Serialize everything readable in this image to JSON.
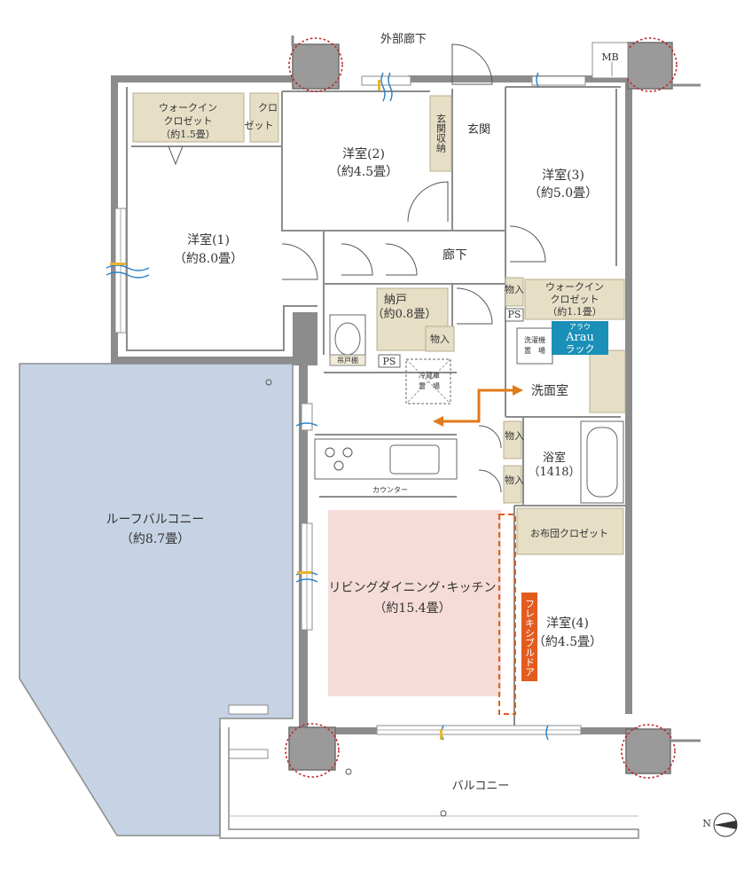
{
  "labels": {
    "outer_corridor": "外部廊下",
    "mb": "MB",
    "wic1_line1": "ウォークイン",
    "wic1_line2": "クロゼット",
    "wic1_line3": "（約1.5畳）",
    "closet_small_a": "クロ",
    "closet_small_b": "ゼット",
    "entrance_storage": "玄関収納",
    "entrance": "玄関",
    "room2_name": "洋室(2)",
    "room2_size": "（約4.5畳）",
    "room3_name": "洋室(3)",
    "room3_size": "（約5.0畳）",
    "room1_name": "洋室(1)",
    "room1_size": "（約8.0畳）",
    "hallway": "廊下",
    "nando_name": "納戸",
    "nando_size": "（約0.8畳）",
    "monoire": "物入",
    "ps": "PS",
    "wic2_line1": "ウォークイン",
    "wic2_line2": "クロゼット",
    "wic2_line3": "（約1.1畳）",
    "washer_line1": "洗濯機",
    "washer_line2": "置　場",
    "arau_small": "アラウ",
    "arau_name": "Arau",
    "arau_rack": "ラック",
    "fridge_line1": "冷蔵庫",
    "fridge_line2": "置　場",
    "shelf": "吊戸棚",
    "washroom": "洗面室",
    "bathroom_name": "浴室",
    "bathroom_size": "（1418）",
    "counter": "カウンター",
    "roof_balcony_name": "ルーフバルコニー",
    "roof_balcony_size": "（約8.7畳）",
    "ldk_name": "リビングダイニング･キッチン",
    "ldk_size": "（約15.4畳）",
    "flexible_door": "フレキシブルドア",
    "futon_closet": "お布団クロゼット",
    "room4_name": "洋室(4)",
    "room4_size": "（約4.5畳）",
    "balcony": "バルコニー",
    "compass_n": "N"
  },
  "colors": {
    "wall": "#8c8c8c",
    "storage": "#e6dfc6",
    "roof_balcony": "#c6d3e4",
    "ldk": "#f5dcd8",
    "arau": "#1a8fb8",
    "arrow": "#e07a1a",
    "flex_door": "#e35c1f",
    "column_ring": "#c0262b"
  }
}
